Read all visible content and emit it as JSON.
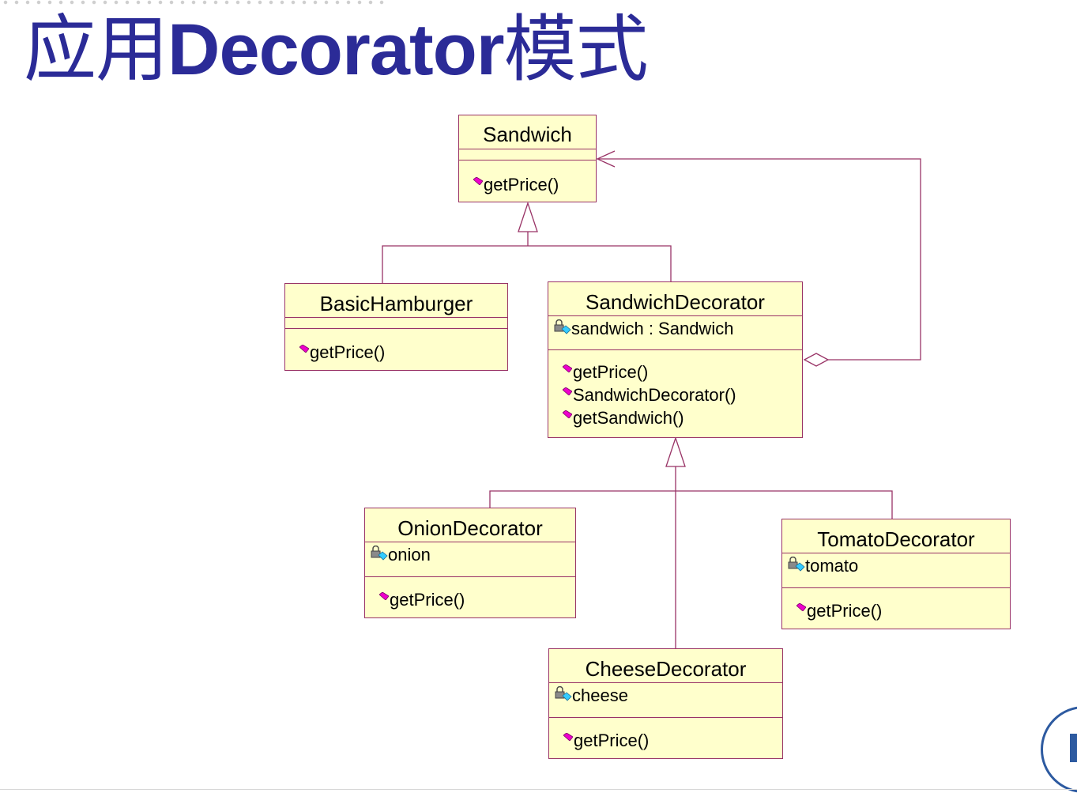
{
  "slide": {
    "title_prefix": "应用",
    "title_bold": "Decorator",
    "title_suffix": "模式"
  },
  "classes": {
    "sandwich": {
      "name": "Sandwich",
      "operations": [
        "getPrice()"
      ]
    },
    "basic_hamburger": {
      "name": "BasicHamburger",
      "operations": [
        "getPrice()"
      ]
    },
    "sandwich_decorator": {
      "name": "SandwichDecorator",
      "attributes": [
        "sandwich : Sandwich"
      ],
      "operations": [
        "getPrice()",
        "SandwichDecorator()",
        "getSandwich()"
      ]
    },
    "onion_decorator": {
      "name": "OnionDecorator",
      "attributes": [
        "onion"
      ],
      "operations": [
        "getPrice()"
      ]
    },
    "tomato_decorator": {
      "name": "TomatoDecorator",
      "attributes": [
        "tomato"
      ],
      "operations": [
        "getPrice()"
      ]
    },
    "cheese_decorator": {
      "name": "CheeseDecorator",
      "attributes": [
        "cheese"
      ],
      "operations": [
        "getPrice()"
      ]
    }
  },
  "relationships": [
    {
      "type": "generalization",
      "from": "BasicHamburger",
      "to": "Sandwich"
    },
    {
      "type": "generalization",
      "from": "SandwichDecorator",
      "to": "Sandwich"
    },
    {
      "type": "aggregation",
      "whole": "SandwichDecorator",
      "part": "Sandwich",
      "navigable_to": "Sandwich"
    },
    {
      "type": "generalization",
      "from": "OnionDecorator",
      "to": "SandwichDecorator"
    },
    {
      "type": "generalization",
      "from": "TomatoDecorator",
      "to": "SandwichDecorator"
    },
    {
      "type": "generalization",
      "from": "CheeseDecorator",
      "to": "SandwichDecorator"
    }
  ],
  "colors": {
    "title": "#2b2b97",
    "class_fill": "#ffffcc",
    "class_border": "#993366",
    "operation_icon": "#ee00cc",
    "attribute_lock": "#8a8a8a",
    "attribute_tag": "#33ccff"
  },
  "icons": {
    "operation": "public-operation-icon",
    "attribute": "private-attribute-lock-icon",
    "logo": "university-seal-icon"
  }
}
